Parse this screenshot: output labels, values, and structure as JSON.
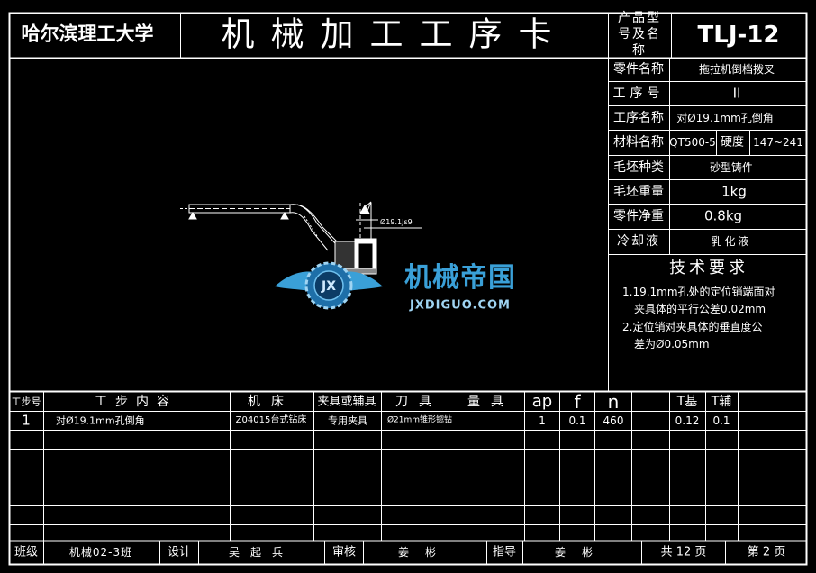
{
  "header": {
    "university": "哈尔滨理工大学",
    "card_title": "机械加工工序卡",
    "product_model_label": "产品型号及名称",
    "product_model": "TLJ-12"
  },
  "info": {
    "part_name_label": "零件名称",
    "part_name": "拖拉机倒档拨叉",
    "process_no_label": "工序号",
    "process_no": "II",
    "process_name_label": "工序名称",
    "process_name": "对Ø19.1mm孔倒角",
    "material_label": "材料名称",
    "material": "QT500-5",
    "hardness_label": "硬度",
    "hardness": "147~241",
    "blank_type_label": "毛坯种类",
    "blank_type": "砂型铸件",
    "blank_weight_label": "毛坯重量",
    "blank_weight": "1kg",
    "net_weight_label": "零件净重",
    "net_weight": "0.8kg",
    "coolant_label": "冷却液",
    "coolant": "乳化液"
  },
  "tech": {
    "title": "技术要求",
    "line1": "1.19.1mm孔处的定位销端面对",
    "line2": "夹具体的平行公差0.02mm",
    "line3": "2.定位销对夹具体的垂直度公",
    "line4": "差为Ø0.05mm"
  },
  "drawing": {
    "dim_label": "Ø19.1Js9"
  },
  "watermark": {
    "badge": "JX",
    "name": "机械帝国",
    "url": "JXDIGUO.COM"
  },
  "steps": {
    "headers": {
      "step_no": "工步号",
      "content": "工步内容",
      "machine": "机床",
      "fixture": "夹具或辅具",
      "tool": "刀具",
      "gauge": "量具",
      "ap": "ap",
      "f": "f",
      "n": "n",
      "t_base": "T基",
      "t_aux": "T辅"
    },
    "row1": {
      "step_no": "1",
      "content": "对Ø19.1mm孔倒角",
      "machine": "Z04015台式钻床",
      "fixture": "专用夹具",
      "tool": "Ø21mm锥形锪钻",
      "ap": "1",
      "f": "0.1",
      "n": "460",
      "t_base": "0.12",
      "t_aux": "0.1"
    }
  },
  "footer": {
    "class_label": "班级",
    "class_value": "机械02-3班",
    "design_label": "设计",
    "designer": "吴起兵",
    "review_label": "审核",
    "reviewer": "姜彬",
    "guide_label": "指导",
    "guide": "姜彬",
    "total_pages": "共 12 页",
    "page_no": "第 2 页"
  },
  "colors": {
    "background": "#000000",
    "lines": "#ffffff",
    "watermark_blue": "#3aa0d8"
  }
}
